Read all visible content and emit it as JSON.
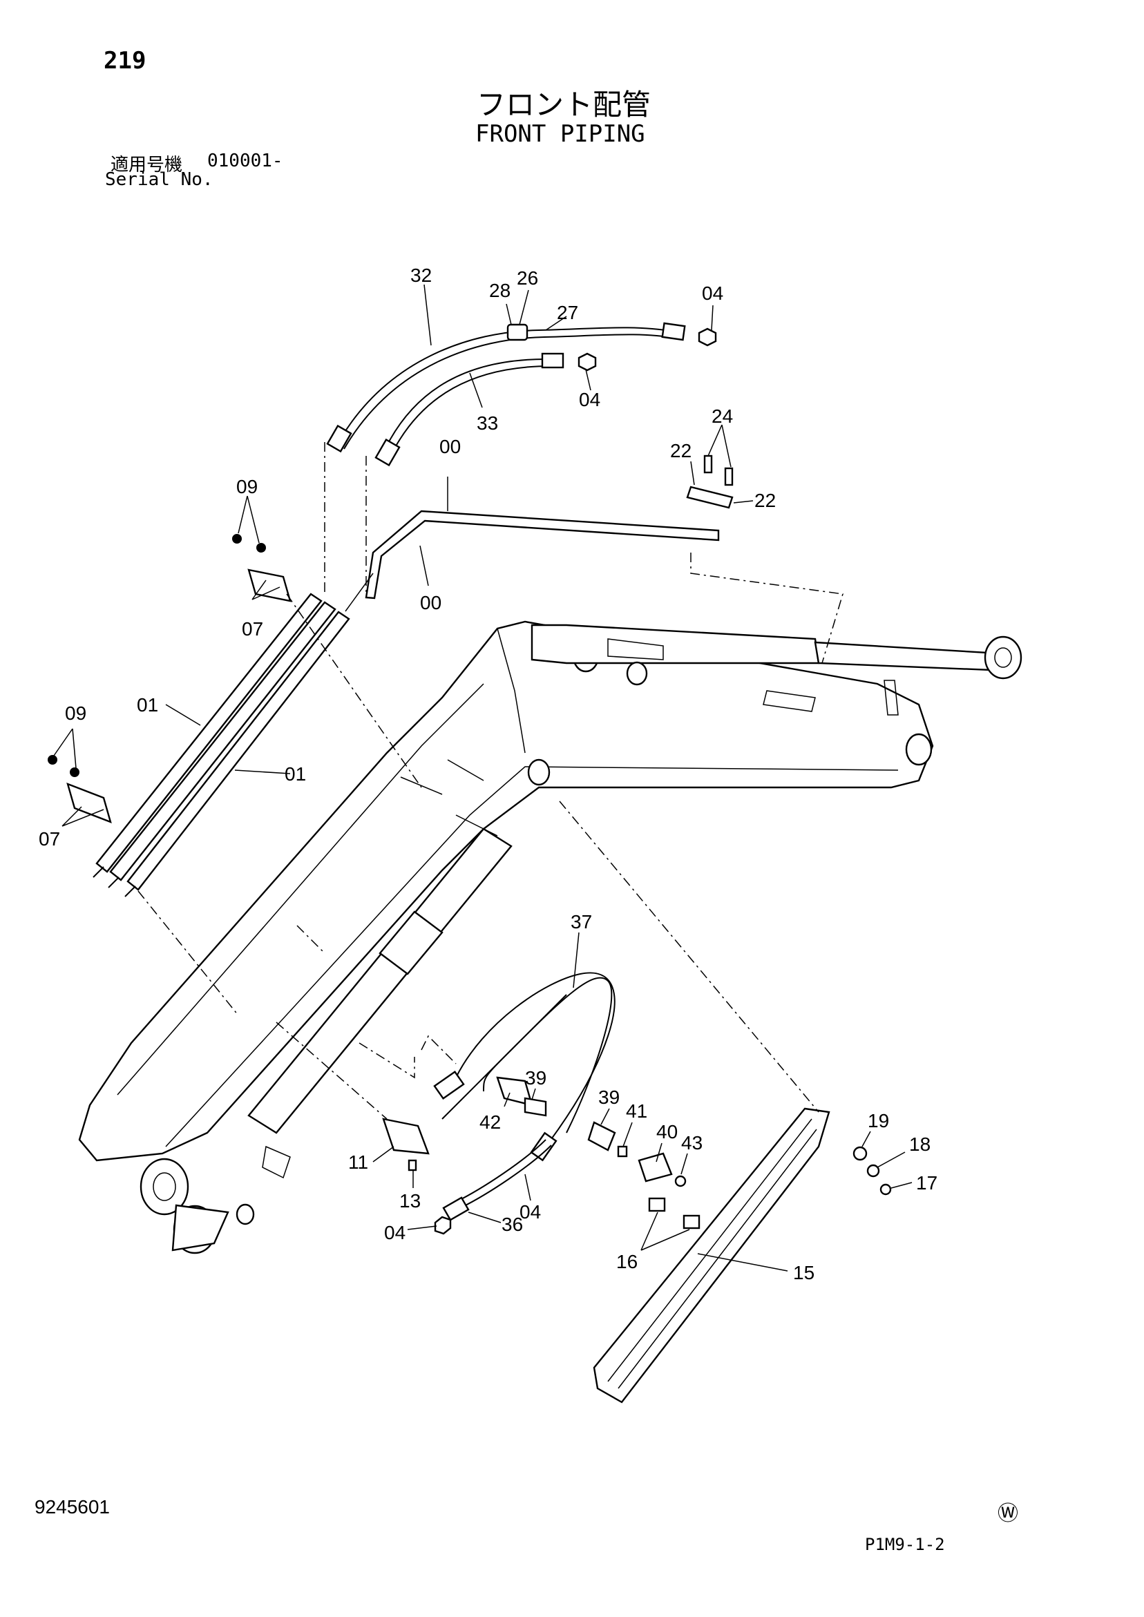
{
  "header": {
    "page_number": "219",
    "title_jp": "フロント配管",
    "title_en": "FRONT PIPING",
    "serial_label_jp": "適用号機",
    "serial_range": "010001-",
    "serial_label_en": "Serial No."
  },
  "footer": {
    "drawing_number": "9245601",
    "watermark_mark": "Ⓦ",
    "sheet_code": "P1M9-1-2"
  },
  "callouts": {
    "c32": "32",
    "c28": "28",
    "c26": "26",
    "c27": "27",
    "c04_top": "04",
    "c33": "33",
    "c04_mid": "04",
    "c24": "24",
    "c22_a": "22",
    "c22_b": "22",
    "c00_a": "00",
    "c00_b": "00",
    "c09_upper": "09",
    "c07_upper": "07",
    "c01_a": "01",
    "c01_b": "01",
    "c09_lower": "09",
    "c07_lower": "07",
    "c37": "37",
    "c39_a": "39",
    "c42": "42",
    "c39_b": "39",
    "c41": "41",
    "c40": "40",
    "c43": "43",
    "c19": "19",
    "c18": "18",
    "c17": "17",
    "c11": "11",
    "c13": "13",
    "c04_low_a": "04",
    "c04_low_b": "04",
    "c36": "36",
    "c16": "16",
    "c15": "15"
  }
}
